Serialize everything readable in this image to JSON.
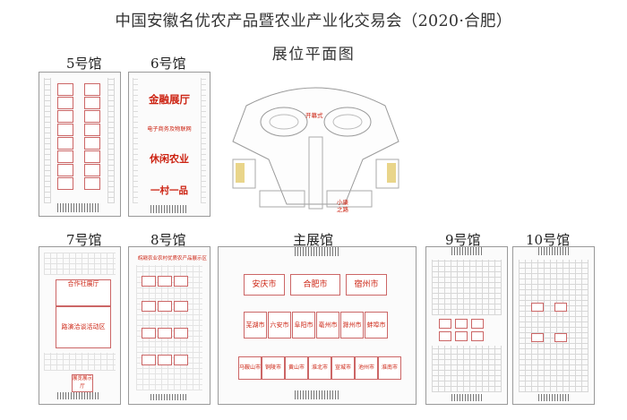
{
  "title": "中国安徽名优农产品暨农业产业化交易会（2020·合肥）",
  "subtitle": "展位平面图",
  "halls": {
    "h5": {
      "label": "5号馆"
    },
    "h6": {
      "label": "6号馆",
      "zones": [
        "金融展厅",
        "电子商务及物联网",
        "休闲农业",
        "一村一品"
      ]
    },
    "h7": {
      "label": "7号馆",
      "zones": [
        "合作社展厅",
        "路演洽谈活动区",
        "展览展示厅"
      ]
    },
    "h8": {
      "label": "8号馆",
      "zones": [
        "皖赣农业农村优质农产品展示区"
      ]
    },
    "main": {
      "label": "主展馆",
      "row1": [
        "安庆市",
        "合肥市",
        "宿州市"
      ],
      "row2": [
        "芜湖市",
        "六安市",
        "阜阳市",
        "亳州市",
        "滁州市",
        "蚌埠市"
      ],
      "row3": [
        "马鞍山市",
        "铜陵市",
        "黄山市",
        "淮北市",
        "宣城市",
        "池州市",
        "淮南市"
      ]
    },
    "h9": {
      "label": "9号馆"
    },
    "h10": {
      "label": "10号馆"
    },
    "center": {
      "texts": [
        "开幕式",
        "小康",
        "之路"
      ]
    }
  },
  "colors": {
    "accent": "#c21f1f",
    "line": "#9a9a9a"
  }
}
